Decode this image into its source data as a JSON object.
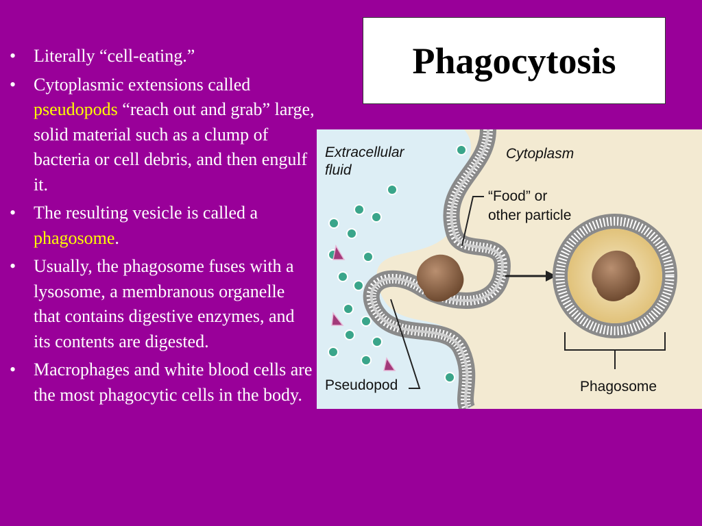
{
  "slide": {
    "title": "Phagocytosis",
    "bullets": [
      {
        "parts": [
          {
            "text": "Literally “cell-eating.”"
          }
        ]
      },
      {
        "parts": [
          {
            "text": "Cytoplasmic extensions called "
          },
          {
            "text": "pseudopods",
            "highlight": true
          },
          {
            "text": " “reach out and grab” large, solid material such as a clump of bacteria or cell debris, and then engulf it."
          }
        ]
      },
      {
        "parts": [
          {
            "text": "The resulting vesicle is called a "
          },
          {
            "text": "phagosome",
            "highlight": true
          },
          {
            "text": "."
          }
        ]
      },
      {
        "parts": [
          {
            "text": "Usually, the phagosome fuses with a lysosome, a membranous organelle that contains digestive enzymes, and its contents are digested."
          }
        ]
      },
      {
        "parts": [
          {
            "text": "Macrophages and white blood cells are the most phagocytic cells in the body."
          }
        ]
      }
    ],
    "bullet_char": "•"
  },
  "figure": {
    "label_extracellular_line1": "Extracellular",
    "label_extracellular_line2": "fluid",
    "label_cytoplasm": "Cytoplasm",
    "label_food_line1": "“Food” or",
    "label_food_line2": "other particle",
    "label_pseudopod": "Pseudopod",
    "label_phagosome": "Phagosome"
  },
  "colors": {
    "background": "#990099",
    "highlight": "#ffff00",
    "extracellular": "#ddeef5",
    "cytoplasm": "#f3ead2",
    "particle": "#8a6245",
    "bead": "#3aa58a",
    "triangle": "#a23a7a"
  }
}
